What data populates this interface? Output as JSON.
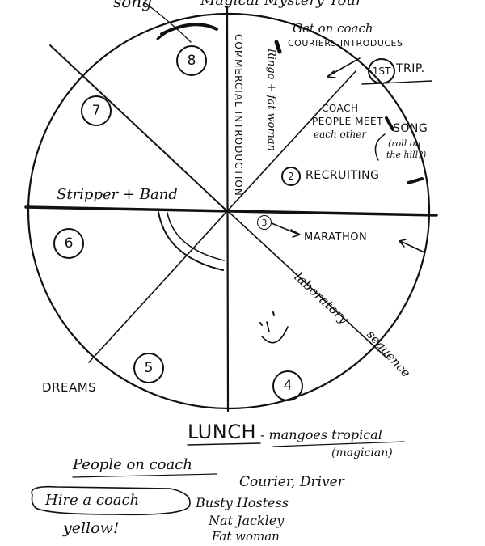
{
  "top": {
    "partial_left": "song",
    "partial_center": "Magical Mystery Tour"
  },
  "segments": {
    "s1": {
      "number": "1ST",
      "label": "TRIP."
    },
    "s2": {
      "number": "2",
      "label": "RECRUITING"
    },
    "s3": {
      "number": "3",
      "label": "MARATHON"
    },
    "s4": {
      "number": "4"
    },
    "s5": {
      "number": "5",
      "label": "DREAMS"
    },
    "s6": {
      "number": "6"
    },
    "s7": {
      "number": "7",
      "label": "Stripper + Band"
    },
    "s8": {
      "number": "8"
    }
  },
  "annotations": {
    "get_on_coach": "Get on coach",
    "couriers_introduce": "COURIERS INTRODUCES",
    "commercial_intro": "COMMERCIAL INTRODUCTION",
    "ringo_aunt": "Ringo + fat woman",
    "coach_people_meet_1": "COACH",
    "coach_people_meet_2": "PEOPLE MEET",
    "coach_people_meet_3": "each other",
    "song_1": "SONG",
    "song_2": "(roll on",
    "song_3": "the hill?)",
    "laboratory": "laboratory",
    "sequence": "sequence"
  },
  "notes": {
    "lunch": "LUNCH",
    "lunch_extra_1": "- mangoes tropical",
    "lunch_extra_2": "(magician)",
    "people_on_coach": "People on coach",
    "courier_driver": "Courier, Driver",
    "busty_hostess": "Busty Hostess",
    "nat_jackley": "Nat Jackley",
    "fat_woman": "Fat woman",
    "hire_coach": "Hire a coach",
    "yellow": "yellow!"
  },
  "colors": {
    "ink": "#111111",
    "paper": "#ffffff"
  }
}
